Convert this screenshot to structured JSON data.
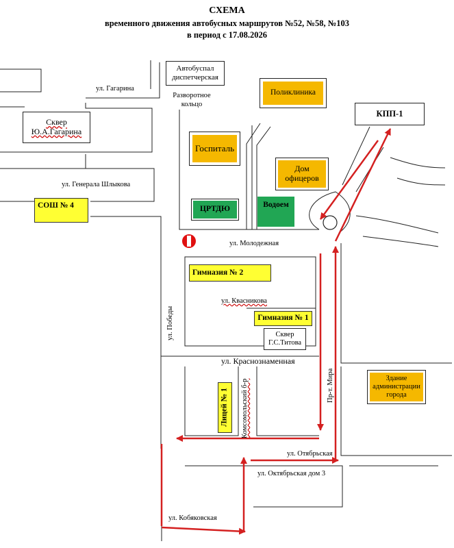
{
  "title": {
    "line1": "СХЕМА",
    "line2": "временного движения автобусных маршрутов №52, №58, №103",
    "line3": "в период с 17.08.2026"
  },
  "streets": {
    "gagarina": "ул. Гагарина",
    "razvorotnoe": "Разворотное кольцо",
    "shlykova": "ул. Генерала Шлыкова",
    "molodezhnaya": "ул. Молодежная",
    "kvasnikova": "ул. Квасникова",
    "pobedy": "ул. Победы",
    "krasnoznamennaya": "ул. Краснознаменная",
    "komsomolskiy": "Комсомольский б-р",
    "mira": "Пр-т. Мира",
    "otyabrskaya": "ул. Отябрьская",
    "oktyabrskaya_dom3": "ул. Октябрьская дом 3",
    "kobyakovskaya": "ул. Кобяковская"
  },
  "places": {
    "avtobuspal": "Автобуспал диспетчерская",
    "skver_gagarina": "Сквер Ю.А.Гагарина",
    "sosh4": "СОШ № 4",
    "poliklinika": "Поликлиника",
    "kpp1": "КПП-1",
    "gospital": "Госпиталь",
    "dom_oficerov": "Дом офицеров",
    "crtdyu": "ЦРТДЮ",
    "vodoem": "Водоем",
    "gimnaziya2": "Гимназия № 2",
    "gimnaziya1": "Гимназия № 1",
    "skver_titova": "Сквер Г.С.Титова",
    "licey1": "Лицей № 1",
    "administraciya": "Здание администрации города"
  },
  "colors": {
    "route_arrow": "#d42020",
    "orange": "#f5b800",
    "yellow": "#ffff33",
    "green": "#21a654",
    "no_entry_sign": "#e01010"
  },
  "icons": {
    "no_entry": "no-entry-sign-icon",
    "roundabout": "roundabout-icon"
  }
}
